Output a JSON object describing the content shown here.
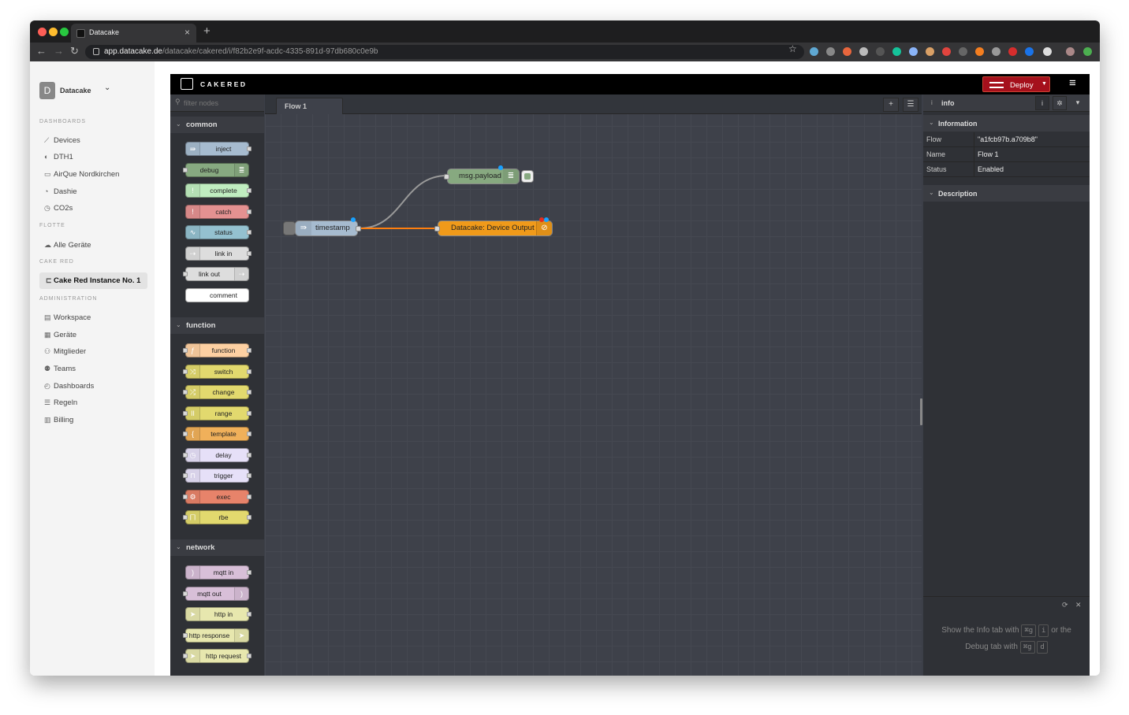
{
  "browser": {
    "tab_title": "Datacake",
    "url_host": "app.datacake.de",
    "url_path": "/datacake/cakered/i/f82b2e9f-acdc-4335-891d-97db680c0e9b"
  },
  "sidebar": {
    "org_initial": "D",
    "org_name": "Datacake",
    "sections": [
      {
        "title": "DASHBOARDS",
        "items": [
          {
            "label": "Devices",
            "icon": "chart-icon"
          },
          {
            "label": "DTH1",
            "icon": "dial-icon"
          },
          {
            "label": "AirQue Nordkirchen",
            "icon": "battery-icon"
          },
          {
            "label": "Dashie",
            "icon": "gauge-icon"
          },
          {
            "label": "CO2s",
            "icon": "clock-icon"
          }
        ]
      },
      {
        "title": "FLOTTE",
        "items": [
          {
            "label": "Alle Geräte",
            "icon": "cloud-icon"
          }
        ]
      },
      {
        "title": "CAKE RED",
        "items": [
          {
            "label": "Cake Red Instance No. 1",
            "icon": "flow-icon",
            "active": true
          }
        ]
      },
      {
        "title": "ADMINISTRATION",
        "items": [
          {
            "label": "Workspace",
            "icon": "workspace-icon"
          },
          {
            "label": "Geräte",
            "icon": "chip-icon"
          },
          {
            "label": "Mitglieder",
            "icon": "users-icon"
          },
          {
            "label": "Teams",
            "icon": "team-icon"
          },
          {
            "label": "Dashboards",
            "icon": "dashboard-icon"
          },
          {
            "label": "Regeln",
            "icon": "rules-icon"
          },
          {
            "label": "Billing",
            "icon": "billing-icon"
          }
        ]
      }
    ]
  },
  "editor": {
    "brand": "CAKERED",
    "deploy_label": "Deploy",
    "filter_placeholder": "filter nodes",
    "flow_tab": "Flow 1"
  },
  "palette": {
    "categories": [
      {
        "name": "common",
        "nodes": [
          {
            "label": "inject",
            "color": "#a6bbcf"
          },
          {
            "label": "debug",
            "color": "#87a980"
          },
          {
            "label": "complete",
            "color": "#c0edc0"
          },
          {
            "label": "catch",
            "color": "#e49191"
          },
          {
            "label": "status",
            "color": "#94c1d0"
          },
          {
            "label": "link in",
            "color": "#dddddd"
          },
          {
            "label": "link out",
            "color": "#dddddd"
          },
          {
            "label": "comment",
            "color": "#ffffff"
          }
        ]
      },
      {
        "name": "function",
        "nodes": [
          {
            "label": "function",
            "color": "#fdd0a2"
          },
          {
            "label": "switch",
            "color": "#e2d96e"
          },
          {
            "label": "change",
            "color": "#e2d96e"
          },
          {
            "label": "range",
            "color": "#e2d96e"
          },
          {
            "label": "template",
            "color": "#f0b05a"
          },
          {
            "label": "delay",
            "color": "#e6e0f8"
          },
          {
            "label": "trigger",
            "color": "#e6e0f8"
          },
          {
            "label": "exec",
            "color": "#e7836a"
          },
          {
            "label": "rbe",
            "color": "#e2d96e"
          }
        ]
      },
      {
        "name": "network",
        "nodes": [
          {
            "label": "mqtt in",
            "color": "#d8bfd8"
          },
          {
            "label": "mqtt out",
            "color": "#d8bfd8"
          },
          {
            "label": "http in",
            "color": "#e7e7ae"
          },
          {
            "label": "http response",
            "color": "#e7e7ae"
          },
          {
            "label": "http request",
            "color": "#e7e7ae"
          }
        ]
      }
    ]
  },
  "flow_nodes": {
    "timestamp": "timestamp",
    "debug": "msg.payload",
    "output": "Datacake: Device Output"
  },
  "info": {
    "tab_label": "info",
    "section": "Information",
    "rows": [
      {
        "key": "Flow",
        "value": "\"a1fcb97b.a709b8\""
      },
      {
        "key": "Name",
        "value": "Flow 1"
      },
      {
        "key": "Status",
        "value": "Enabled"
      }
    ],
    "description": "Description",
    "hint": {
      "a": "Show the Info tab with",
      "b": "or the",
      "c": "Debug tab with",
      "k1": "⌘g",
      "k2": "i",
      "k3": "⌘g",
      "k4": "d"
    }
  }
}
